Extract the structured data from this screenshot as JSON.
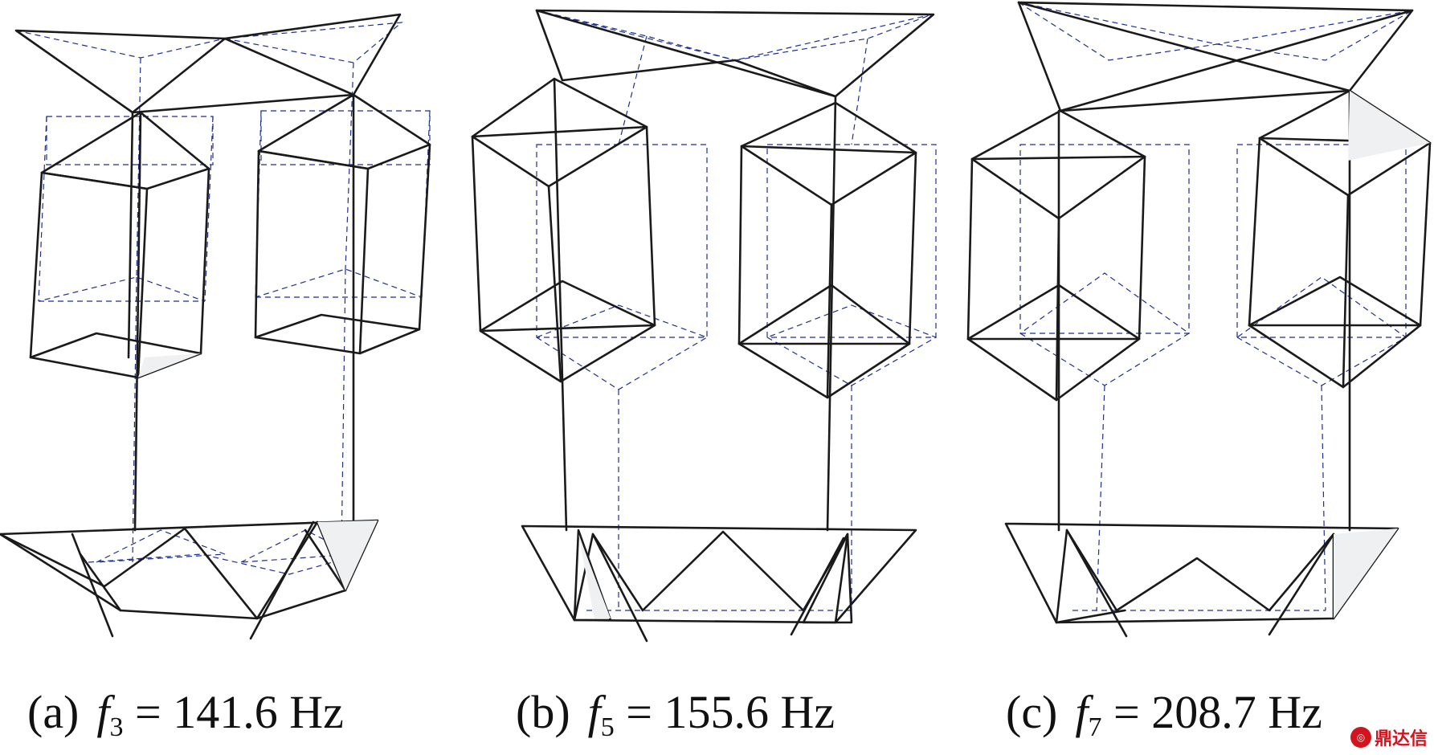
{
  "panels": [
    {
      "label": "(a)",
      "symbol": "f",
      "mode": "3",
      "value": "= 141.6 Hz"
    },
    {
      "label": "(b)",
      "symbol": "f",
      "mode": "5",
      "value": "= 155.6 Hz"
    },
    {
      "label": "(c)",
      "symbol": "f",
      "mode": "7",
      "value": "= 208.7 Hz"
    }
  ],
  "watermark": {
    "text": "鼎达信"
  },
  "colors": {
    "deformed": "#1a1a1a",
    "undeformed": "#1f2f8f"
  }
}
